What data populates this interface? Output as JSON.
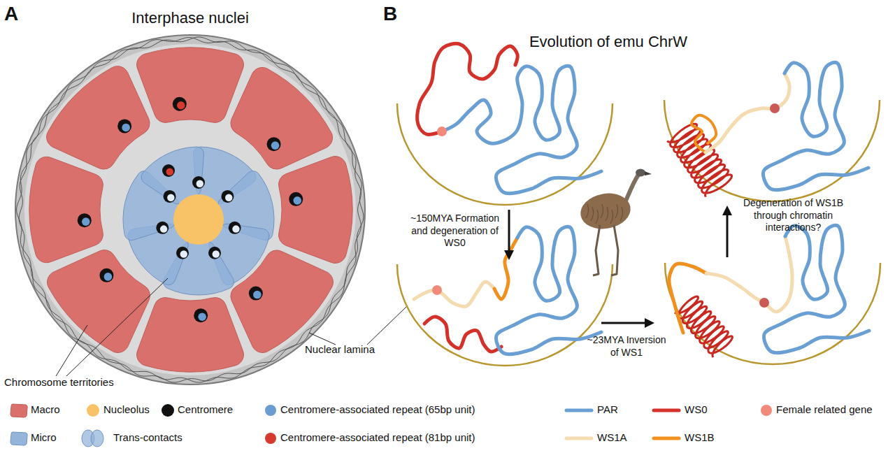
{
  "diagram": {
    "labels": [
      "A",
      "Interphase nuclei",
      "B",
      "Evolution of emu ChrW",
      "Chromosome territories",
      "Nuclear lamina",
      "~150MYA Formation and degeneration of WS0",
      "~23MYA Inversion of WS1",
      "Degeneration of WS1B through chromatin interactions?"
    ],
    "legend": [
      {
        "text": "Macro",
        "color": "#d9706b"
      },
      {
        "text": "Nucleolus",
        "color": "#f8c367"
      },
      {
        "text": "Centromere",
        "color": "#111111"
      },
      {
        "text": "Centromere-associated repeat (65bp unit)",
        "color": "#6a9bd1"
      },
      {
        "text": "PAR"
      },
      {
        "text": "WS0"
      },
      {
        "text": "Female related gene",
        "color": "#f28a7b"
      },
      {
        "text": "Micro",
        "color": "#94b4da"
      },
      {
        "text": "Trans-contacts"
      },
      {
        "text": "Centromere-associated repeat (81bp unit)",
        "color": "#d63a2f"
      },
      {
        "text": "WS1A"
      },
      {
        "text": "WS1B"
      }
    ]
  }
}
